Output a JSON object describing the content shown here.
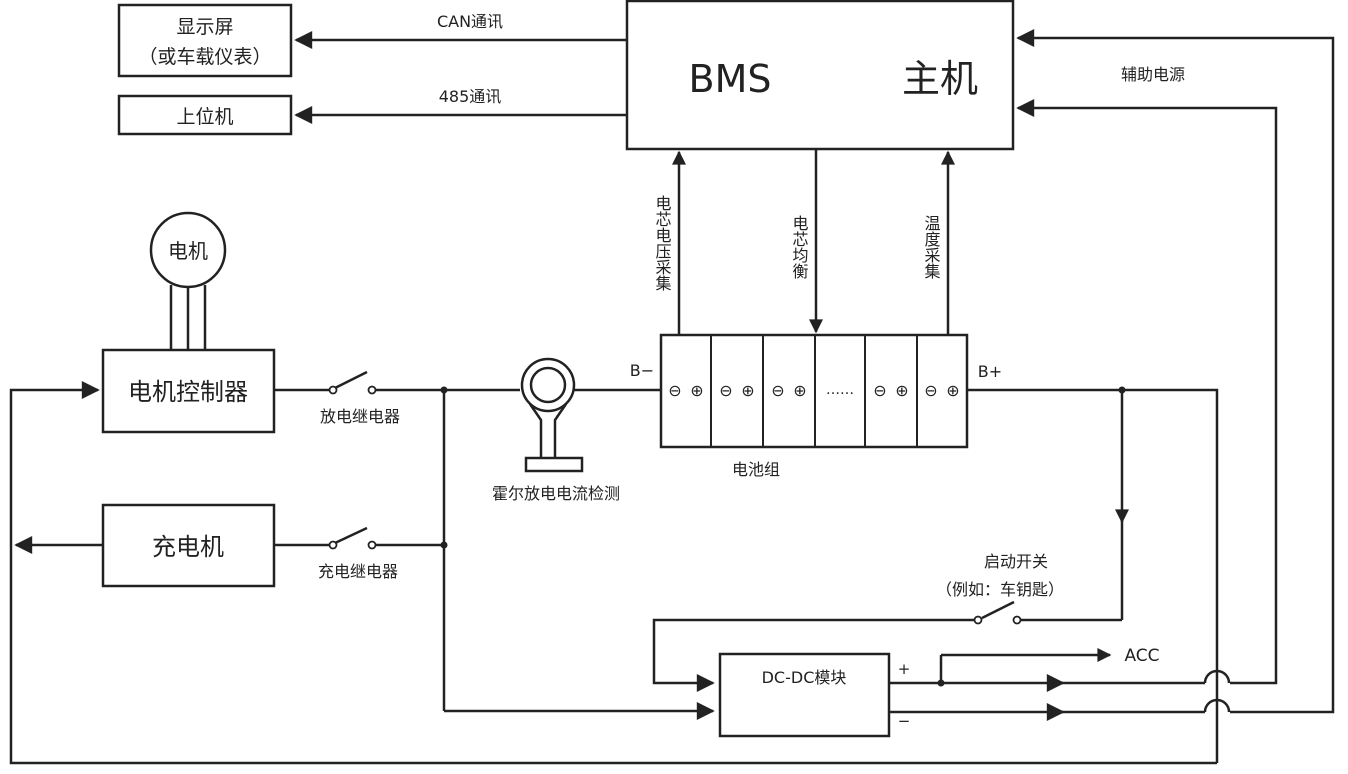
{
  "boxes": {
    "display_line1": "显示屏",
    "display_line2": "（或车载仪表）",
    "host_pc": "上位机",
    "bms": "BMS",
    "bms_host": "主机",
    "motor": "电机",
    "motor_controller": "电机控制器",
    "charger": "充电机",
    "dcdc": "DC-DC模块",
    "battery_pack": "电池组"
  },
  "labels": {
    "can_comm": "CAN通讯",
    "rs485_comm": "485通讯",
    "aux_power": "辅助电源",
    "cell_voltage": "电芯电压采集",
    "cell_balance": "电芯均衡",
    "temp_collect": "温度采集",
    "discharge_relay": "放电继电器",
    "charge_relay": "充电继电器",
    "hall_sensor": "霍尔放电电流检测",
    "b_minus": "B−",
    "b_plus": "B+",
    "start_switch_line1": "启动开关",
    "start_switch_line2": "（例如：车钥匙）",
    "acc": "ACC",
    "plus_sign": "+",
    "minus_sign": "−",
    "cell_ellipsis": "……"
  },
  "cell_terminals": {
    "neg": "⊖",
    "pos": "⊕"
  }
}
